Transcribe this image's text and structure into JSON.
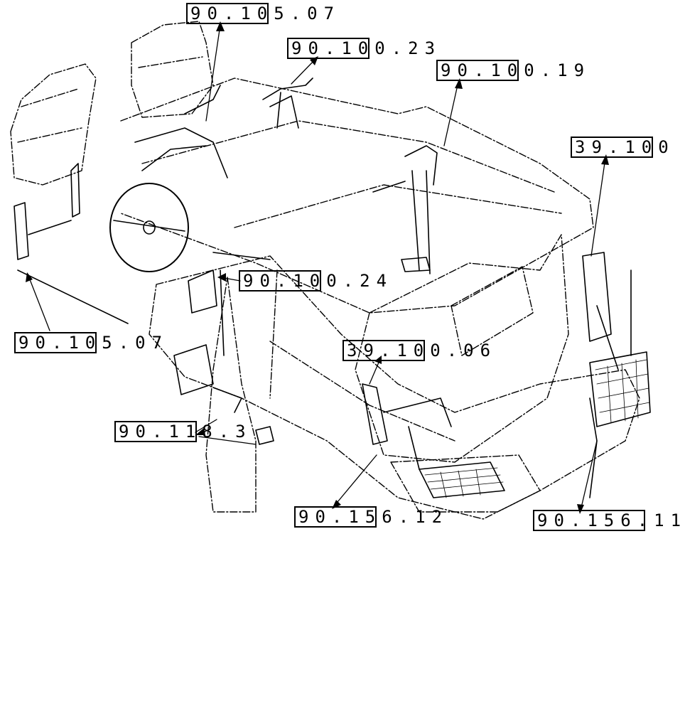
{
  "colors": {
    "ink": "#000000",
    "background": "#ffffff"
  },
  "callouts": [
    {
      "id": "c1",
      "text": "90.105.07"
    },
    {
      "id": "c2",
      "text": "90.100.23"
    },
    {
      "id": "c3",
      "text": "90.100.19"
    },
    {
      "id": "c4",
      "text": "39.100"
    },
    {
      "id": "c5",
      "text": "90.100.24"
    },
    {
      "id": "c6",
      "text": "90.105.07"
    },
    {
      "id": "c7",
      "text": "39.100.06"
    },
    {
      "id": "c8",
      "text": "90.118.3"
    },
    {
      "id": "c9",
      "text": "90.156.12"
    },
    {
      "id": "c10",
      "text": "90.156.11"
    }
  ]
}
